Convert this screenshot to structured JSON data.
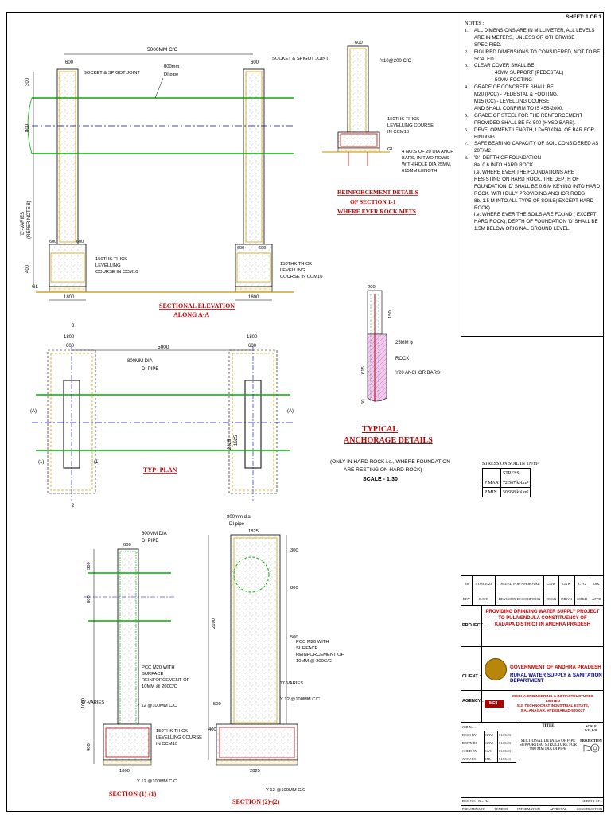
{
  "sheet": {
    "number": "SHEET: 1 OF 1"
  },
  "notes": {
    "title": "NOTES :",
    "items": [
      {
        "n": "1.",
        "text": "ALL DIMENSIONS ARE IN MILLIMETER, ALL LEVELS ARE IN METERS, UNLESS OR OTHERWISE SPECIFIED."
      },
      {
        "n": "2.",
        "text": "FIGURED DIMENSIONS TO CONSIDERED, NOT TO BE SCALED."
      },
      {
        "n": "3.",
        "text": "CLEAR COVER SHALL BE,"
      },
      {
        "n": "",
        "text": "40MM        SUPPORT (PEDESTAL)",
        "sub": true
      },
      {
        "n": "",
        "text": "50MM        FOOTING",
        "sub": true
      },
      {
        "n": "4.",
        "text": "GRADE OF CONCRETE SHALL BE"
      },
      {
        "n": "",
        "text": "M20 (PCC) - PEDESTAL & FOOTING."
      },
      {
        "n": "",
        "text": "M15 (CC) - LEVELLING COURSE"
      },
      {
        "n": "",
        "text": "AND SHALL CONFIRM TO IS 456-2000."
      },
      {
        "n": "5.",
        "text": "GRADE OF STEEL FOR THE RENFORCEMENT PROVIDED SHALL BE Fe 500 (HYSD BARS)."
      },
      {
        "n": "6.",
        "text": "DEVELOPMENT LENGTH, LD=50XDIA. OF BAR FOR  BINDING."
      },
      {
        "n": "7.",
        "text": "SAFE BEARING CAPACITY OF SOIL CONSIDERED AS 20T/M2"
      },
      {
        "n": "8.",
        "text": "'D' -DEPTH OF FOUNDATION"
      },
      {
        "n": "",
        "text": "8a. 0.6 INTO  HARD ROCK"
      },
      {
        "n": "",
        "text": "i.e. WHERE EVER THE FOUNDATIONS ARE RESISTING ON HARD ROCK. THE DEPTH OF FOUNDATION 'D' SHALL BE 0.6 M KEYING INTO HARD ROCK. WITH DULY PROVIDING ANCHOR RODS"
      },
      {
        "n": "",
        "text": "8b. 1.5 M INTO ALL TYPE OF SOILS( EXCEPT HARD ROCK)"
      },
      {
        "n": "",
        "text": "i.e. WHERE EVER THE SOILS ARE FOUND ( EXCEPT HARD ROCK), DEPTH OF FOUNDATION 'D' SHALL BE 1.5M BELOW ORIGINAL GROUND LEVEL."
      }
    ]
  },
  "stress_table": {
    "title": "STRESS ON SOIL IN kN/m²",
    "header": [
      "",
      "STRESS"
    ],
    "rows": [
      [
        "P MAX",
        "72.567 kN/m²"
      ],
      [
        "P MIN",
        "50.958 kN/m²"
      ]
    ]
  },
  "revision": {
    "row1": [
      "R0",
      "01.03.2023",
      "ISSUED FOR APPROVAL",
      "GNW",
      "GNW",
      "CVG",
      "ISK"
    ],
    "row2": [
      "REV",
      "DATE",
      "REVISION DESCRIPTION",
      "DSGN",
      "DRWN",
      "CHKD",
      "APPD"
    ]
  },
  "project": {
    "label": "PROJECT :",
    "lines": [
      "PROVIDING DRINKING WATER SUPPLY PROJECT",
      "TO PULIVENDULA CONSTITUENCY OF",
      "KADAPA DISTRICT IN ANDHRA PRADESH"
    ]
  },
  "client": {
    "label": "CLIENT :",
    "line1": "GOVERNMENT OF ANDHRA PRADESH",
    "line2": "RURAL WATER SUPPLY & SANITATION DEPARTMENT"
  },
  "agency": {
    "label": "AGENCY :",
    "logo": "MEIL",
    "lines": [
      "MEGHA ENGINEERING & INFRASTRUCTURES LIMITED",
      "S-2, TECHNOCRAT INDUSTRIAL ESTATE,",
      "BALANAGAR, HYDERABAD-500 037"
    ]
  },
  "title_block": {
    "job_label": "JOB No. :",
    "title_label": "TITLE",
    "title": "SECTIONAL DETAILS OF PIPE SUPPORTING STRUCTURE FOR 800 MM DIA  DI PIPE",
    "scale_label": "SCALE",
    "scale_value": "1:25,1:30",
    "projection_label": "PROJECTION",
    "rows": [
      [
        "DESN BY",
        "GNW",
        "01.03.23"
      ],
      [
        "DRWN BY",
        "GNW",
        "01.03.23"
      ],
      [
        "CHKD BY",
        "CVG",
        "01.03.23"
      ],
      [
        "APPD BY",
        "ISK",
        "01.03.23"
      ]
    ],
    "drg_no_label": "DRG NO. / Rev No.",
    "sheet_label": "SHEET 1 OF 1",
    "status": [
      "PRELIMINARY",
      "TENDER",
      "INFORMATION",
      "APPROVAL",
      "CONSTRUCTION"
    ]
  },
  "drawing": {
    "elevation": {
      "title": "SECTIONAL ELEVATION",
      "subtitle": "ALONG A-A",
      "span": "5000MM C/C",
      "pipe": "800mm",
      "pipe2": "DI pipe",
      "joint_left": "SOCKET & SPIGOT JOINT",
      "joint_right": "SOCKET & SPIGOT JOINT",
      "dim_300": "300",
      "dim_800": "800",
      "dim_600": "600",
      "dim_1800": "1800",
      "dim_400": "400",
      "d_varies": "'D'-VARIES",
      "refer_note": "(REFER NOTE 8)",
      "levelling": [
        "150THK THICK",
        "LEVELLING",
        "COURSE IN CCM10"
      ],
      "gl": "GL"
    },
    "section11": {
      "title": "REINFORCEMENT DETAILS",
      "subtitle": "OF SECTION 1-1",
      "subtitle2": "WHERE EVER ROCK METS",
      "dim_600": "600",
      "bars": "Y10@200 C/C",
      "levelling": [
        "150THK THICK",
        "LEVELLING COURSE",
        "IN CCM10"
      ],
      "gl": "GL",
      "anchors": [
        "4 NO.S OF 20 DIA ANCH",
        "BARS,   IN TWO ROWS",
        "WITH HOLE DIA 25MM,",
        "615MM LENGTH"
      ]
    },
    "anchorage": {
      "title": "TYPICAL",
      "subtitle": "ANCHORAGE DETAILS",
      "note": [
        "(ONLY IN HARD ROCK i.e., WHERE FOUNDATION",
        "ARE RESTING ON HARD ROCK)"
      ],
      "scale": "SCALE - 1:30",
      "dia": "25MM ϕ",
      "rock": "ROCK",
      "bars": "Y20 ANCHOR BARS",
      "dim_200": "200",
      "dim_150": "150",
      "dim_615": "615",
      "dim_50": "50"
    },
    "plan": {
      "title": "TYP- PLAN",
      "span": "5000",
      "pipe": "800MM DIA",
      "pipe2": "DI PIPE",
      "dim_1800": "1800",
      "dim_600": "600",
      "dim_2825": "2825",
      "dim_1625": "1625",
      "cut_a": "(A)",
      "cut_1": "(1)",
      "cut_2": "2"
    },
    "section1": {
      "title": "SECTION (1)-(1)",
      "pipe": "800MM DIA",
      "pipe2": "DI PIPE",
      "dim_600": "600",
      "dim_300": "300",
      "dim_800": "800",
      "dim_1000": "1000",
      "dim_400": "400",
      "dim_1800": "1800",
      "d_varies": "'D'-VARIES",
      "pcc": [
        "PCC M20 WITH",
        "SURFACE",
        "REINFORCEMENT OF",
        "10MM @ 200C/C"
      ],
      "y12": "Y 12 @100MM C/C",
      "levelling": [
        "150THK THICK",
        "LEVELLING COURSE",
        "IN CCM10"
      ],
      "y12b": "Y 12 @100MM C/C"
    },
    "section2": {
      "title": "SECTION (2)-(2)",
      "pipe": "800mm dia",
      "pipe2": "DI pipe",
      "dim_1825": "1825",
      "dim_300": "300",
      "dim_800": "800",
      "dim_2100": "2100",
      "dim_500": "500",
      "dim_400": "400",
      "dim_2825": "2825",
      "d_varies": "'D'-VARIES",
      "pcc": [
        "PCC M20 WITH",
        "SURFACE",
        "REINFORCEMENT OF",
        "10MM @ 200C/C"
      ],
      "y12": "Y 12 @100MM C/C",
      "y12b": "Y 12 @100MM C/C"
    }
  }
}
